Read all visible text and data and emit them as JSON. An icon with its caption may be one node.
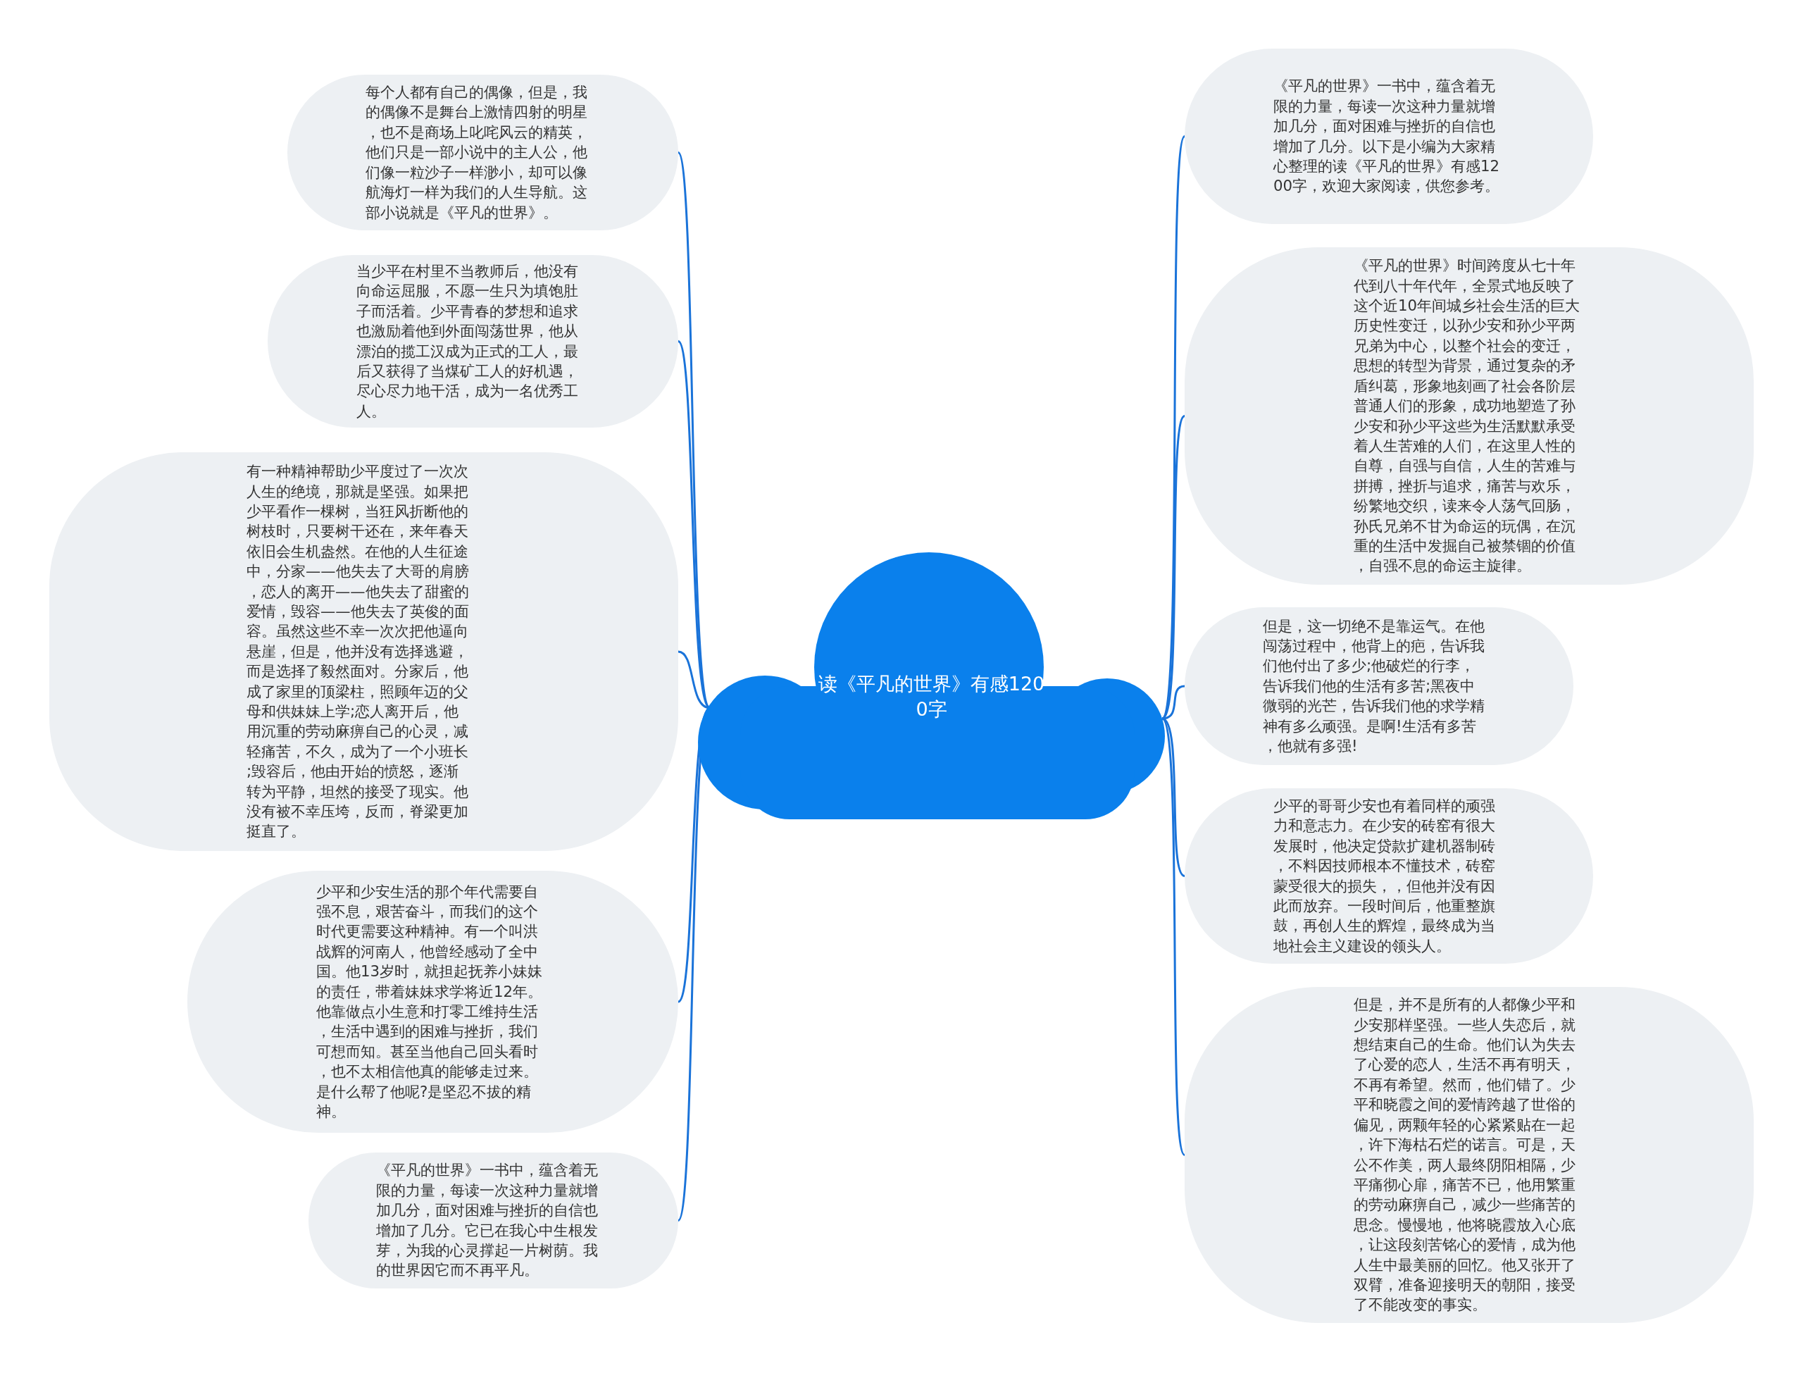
{
  "diagram": {
    "nodes": [
      {
        "text": [
          "读《平凡的世界》有感1200字"
        ]
      },
      {
        "text": [
          "《平凡的世界》一书中，蕴含着无限的力量，每读一次这种力量就增加几分，面对困难与挫折的自信也增加了几分。以下是小编为大家精心整理的读《平凡的世界》有感1200字，欢迎大家阅读，供您参考。"
        ]
      },
      {
        "text": [
          "《平凡的世界》时间跨度从七十年代到八十年代年，全景式地反映了这个近10年间城乡社会生活的巨大历史性变迁，以孙少安和孙少平两兄弟为中心，以整个社会的变迁，思想的转型为背景，通过复杂的矛盾纠葛，形象地刻画了社会各阶层普通人们的形象，成功地塑造了孙少安和孙少平这些为生活默默承受着人生苦难的人们，在这里人性的自尊，自强与自信，人生的苦难与拼搏，挫折与追求，痛苦与欢乐，纷繁地交织，读来令人荡气回肠，孙氏兄弟不甘为命运的玩偶，在沉重的生活中发掘自己被禁锢的价值，自强不息的命运主旋律。"
        ]
      },
      {
        "text": [
          "但是，这一切绝不是靠运气。在他闯荡过程中，他背上的疤，告诉我们他付出了多少;他破烂的行李，告诉我们他的生活有多苦;黑夜中微弱的光芒，告诉我们他的求学精神有多么顽强。是啊!生活有多苦，他就有多强!"
        ]
      },
      {
        "text": [
          "少平的哥哥少安也有着同样的顽强力和意志力。在少安的砖窑有很大发展时，他决定贷款扩建机器制砖，不料因技师根本不懂技术，砖窑蒙受很大的损失，，但他并没有因此而放弃。一段时间后，他重整旗鼓，再创人生的辉煌，最终成为当地社会主义建设的领头人。"
        ]
      },
      {
        "text": [
          "但是，并不是所有的人都像少平和少安那样坚强。一些人失恋后，就想结束自己的生命。他们认为失去了心爱的恋人，生活不再有明天，不再有希望。然而，他们错了。少平和晓霞之间的爱情跨越了世俗的偏见，两颗年轻的心紧紧贴在一起，许下海枯石烂的诺言。可是，天公不作美，两人最终阴阳相隔，少平痛彻心扉，痛苦不已，他用繁重的劳动麻痹自己，减少一些痛苦的思念。慢慢地，他将晓霞放入心底，让这段刻苦铭心的爱情，成为他人生中最美丽的回忆。他又张开了双臂，准备迎接明天的朝阳，接受了不能改变的事实。"
        ]
      },
      {
        "text": [
          "每个人都有自己的偶像，但是，我的偶像不是舞台上激情四射的明星，也不是商场上叱咤风云的精英，他们只是一部小说中的主人公，他们像一粒沙子一样渺小，却可以像航海灯一样为我们的人生导航。这部小说就是《平凡的世界》。"
        ]
      },
      {
        "text": [
          "当少平在村里不当教师后，他没有向命运屈服，不愿一生只为填饱肚子而活着。少平青春的梦想和追求也激励着他到外面闯荡世界，他从漂泊的揽工汉成为正式的工人，最后又获得了当煤矿工人的好机遇，尽心尽力地干活，成为一名优秀工人。"
        ]
      },
      {
        "text": [
          "有一种精神帮助少平度过了一次次人生的绝境，那就是坚强。如果把少平看作一棵树，当狂风折断他的树枝时，只要树干还在，来年春天依旧会生机盎然。在他的人生征途中，分家——他失去了大哥的肩膀，恋人的离开——他失去了甜蜜的爱情，毁容——他失去了英俊的面容。虽然这些不幸一次次把他逼向悬崖，但是，他并没有选择逃避，而是选择了毅然面对。分家后，他成了家里的顶梁柱，照顾年迈的父母和供妹妹上学;恋人离开后，他用沉重的劳动麻痹自己的心灵，减轻痛苦，不久，成为了一个小班长;毁容后，他由开始的愤怒，逐渐转为平静，坦然的接受了现实。他没有被不幸压垮，反而，脊梁更加挺直了。"
        ]
      },
      {
        "text": [
          "少平和少安生活的那个年代需要自强不息，艰苦奋斗，而我们的这个时代更需要这种精神。有一个叫洪战辉的河南人，他曾经感动了全中国。他13岁时，就担起抚养小妹妹的责任，带着妹妹求学将近12年。他靠做点小生意和打零工维持生活，生活中遇到的困难与挫折，我们可想而知。甚至当他自己回头看时，也不太相信他真的能够走过来。是什么帮了他呢?是坚忍不拔的精神。"
        ]
      },
      {
        "text": [
          "《平凡的世界》一书中，蕴含着无限的力量，每读一次这种力量就增加几分，面对困难与挫折的自信也增加了几分。它已在我心中生根发芽，为我的心灵撑起一片树荫。我的世界因它而不再平凡。"
        ]
      }
    ],
    "edges": [
      {
        "from": 0,
        "to": 1,
        "arrow": "none"
      },
      {
        "from": 0,
        "to": 2,
        "arrow": "none"
      },
      {
        "from": 0,
        "to": 3,
        "arrow": "none"
      },
      {
        "from": 0,
        "to": 4,
        "arrow": "none"
      },
      {
        "from": 0,
        "to": 5,
        "arrow": "none"
      },
      {
        "from": 0,
        "to": 6,
        "arrow": "none"
      },
      {
        "from": 0,
        "to": 7,
        "arrow": "none"
      },
      {
        "from": 0,
        "to": 8,
        "arrow": "none"
      },
      {
        "from": 0,
        "to": 9,
        "arrow": "none"
      },
      {
        "from": 0,
        "to": 10,
        "arrow": "none"
      }
    ]
  }
}
